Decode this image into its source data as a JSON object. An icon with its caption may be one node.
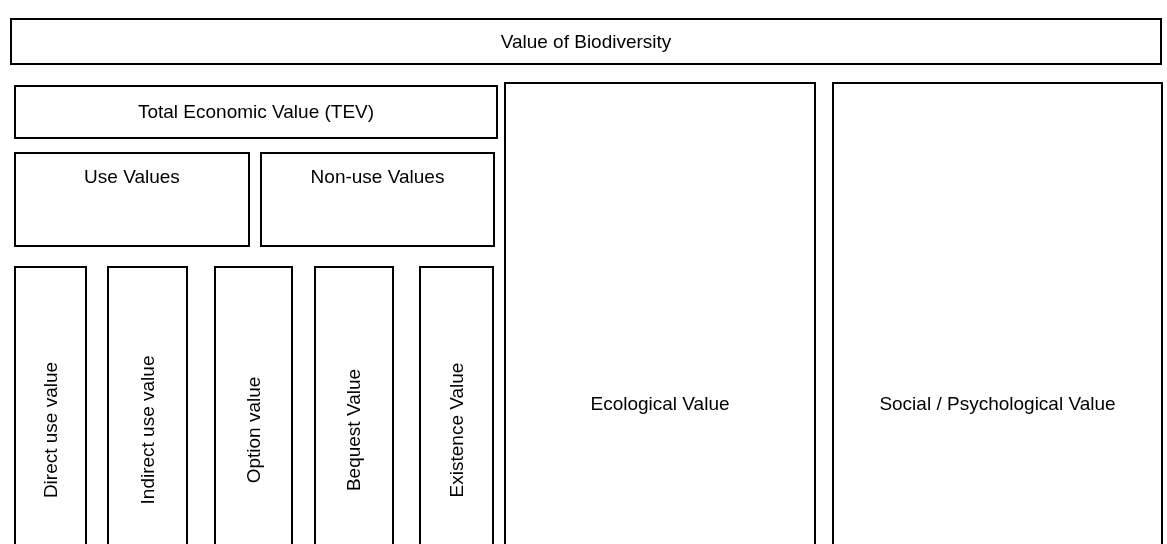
{
  "diagram": {
    "nodes": [
      {
        "text": [
          "Value of Biodiversity"
        ]
      },
      {
        "text": [
          "Total Economic Value (TEV)"
        ]
      },
      {
        "text": [
          "Use Values"
        ]
      },
      {
        "text": [
          "Non-use Values"
        ]
      },
      {
        "text": [
          "Direct use value"
        ]
      },
      {
        "text": [
          "Indirect use value"
        ]
      },
      {
        "text": [
          "Option value"
        ]
      },
      {
        "text": [
          "Bequest Value"
        ]
      },
      {
        "text": [
          "Existence Value"
        ]
      },
      {
        "text": [
          "Ecological Value"
        ]
      },
      {
        "text": [
          "Social / Psychological Value"
        ]
      }
    ]
  }
}
